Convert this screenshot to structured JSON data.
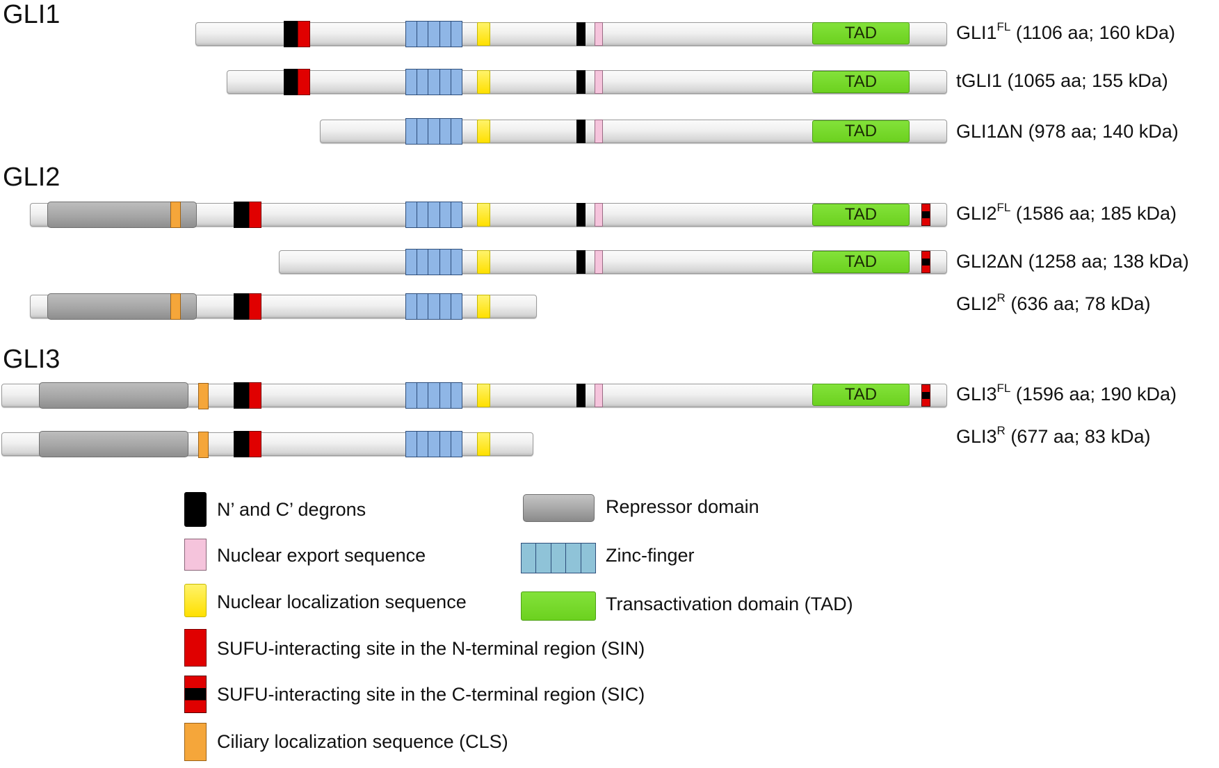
{
  "groups": {
    "gli1": "GLI1",
    "gli2": "GLI2",
    "gli3": "GLI3"
  },
  "tad_label": "TAD",
  "isoforms": [
    {
      "name": "GLI1",
      "sup": "FL",
      "info": " (1106 aa; 160 kDa)"
    },
    {
      "name": "tGLI1",
      "sup": "",
      "info": " (1065 aa; 155 kDa)"
    },
    {
      "name": "GLI1ΔN",
      "sup": "",
      "info": " (978 aa; 140 kDa)"
    },
    {
      "name": "GLI2",
      "sup": "FL",
      "info": " (1586 aa; 185 kDa)"
    },
    {
      "name": "GLI2ΔN",
      "sup": "",
      "info": " (1258 aa; 138 kDa)"
    },
    {
      "name": "GLI2",
      "sup": "R",
      "info": " (636 aa; 78 kDa)"
    },
    {
      "name": "GLI3",
      "sup": "FL",
      "info": " (1596 aa; 190 kDa)"
    },
    {
      "name": "GLI3",
      "sup": "R",
      "info": " (677 aa; 83 kDa)"
    }
  ],
  "legend": {
    "degrons": "N’ and C’ degrons",
    "nes": "Nuclear export sequence",
    "nls": "Nuclear localization sequence",
    "sin": "SUFU-interacting site in the N-terminal region (SIN)",
    "sic": "SUFU-interacting site in the C-terminal region (SIC)",
    "cls": "Ciliary localization sequence (CLS)",
    "repressor": "Repressor domain",
    "zinc": "Zinc-finger",
    "tad": "Transactivation domain (TAD)"
  },
  "colors": {
    "degron": "#000000",
    "sin": "#e00000",
    "nes": "#f5c4dc",
    "nls": "#ffe000",
    "cls": "#f5a63a",
    "zinc_finger": "#8fb6e6",
    "repressor": "#a6a6a6",
    "tad": "#6cd11f"
  }
}
